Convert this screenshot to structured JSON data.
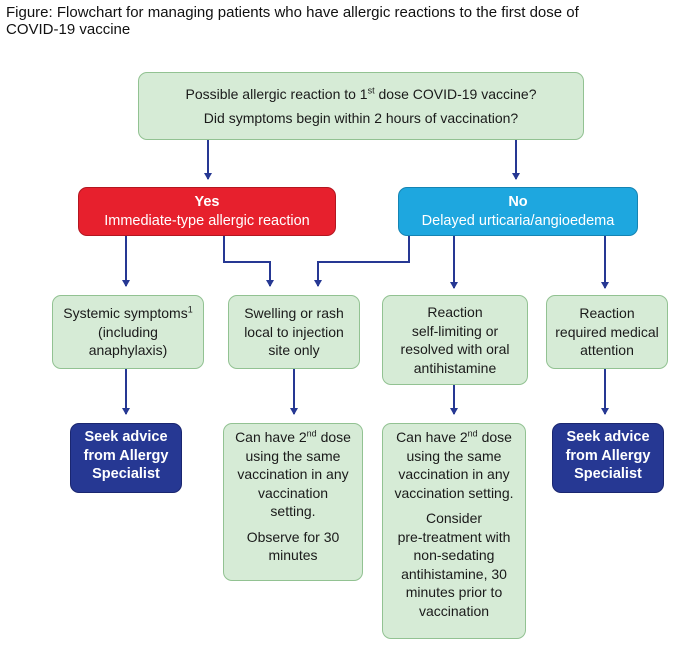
{
  "title": {
    "line1": "Figure: Flowchart for managing patients who have allergic reactions to the first dose of",
    "line2": "COVID-19 vaccine"
  },
  "question": {
    "line1_pre": "Possible allergic reaction to 1",
    "line1_sup": "st",
    "line1_post": " dose COVID-19 vaccine?",
    "line2": "Did symptoms begin within 2 hours of vaccination?"
  },
  "yes_branch": {
    "heading": "Yes",
    "subtitle": "Immediate-type allergic reaction"
  },
  "no_branch": {
    "heading": "No",
    "subtitle": "Delayed urticaria/angioedema"
  },
  "systemic": {
    "line1_pre": "Systemic symptoms",
    "line1_sup": "1",
    "line2": "(including",
    "line3": "anaphylaxis)"
  },
  "local": {
    "line1": "Swelling or rash",
    "line2": "local to injection",
    "line3": "site only"
  },
  "self_limiting": {
    "line1": "Reaction",
    "line2": "self-limiting or",
    "line3": "resolved with oral",
    "line4": "antihistamine"
  },
  "medical": {
    "line1": "Reaction",
    "line2": "required medical",
    "line3": "attention"
  },
  "advice_left": {
    "line1": "Seek advice",
    "line2": "from Allergy",
    "line3": "Specialist"
  },
  "advice_right": {
    "line1": "Seek advice",
    "line2": "from Allergy",
    "line3": "Specialist"
  },
  "outcome_local": {
    "line1_pre": "Can have 2",
    "line1_sup": "nd",
    "line1_post": " dose",
    "line2": "using the same",
    "line3": "vaccination in any",
    "line4": "vaccination",
    "line5": "setting.",
    "line6": "Observe for 30",
    "line7": "minutes"
  },
  "outcome_delayed": {
    "line1_pre": "Can have 2",
    "line1_sup": "nd",
    "line1_post": " dose",
    "line2": "using the same",
    "line3": "vaccination in any",
    "line4": "vaccination setting.",
    "line5": "Consider",
    "line6": "pre-treatment with",
    "line7": "non-sedating",
    "line8": "antihistamine, 30",
    "line9": "minutes prior to",
    "line10": "vaccination"
  },
  "colors": {
    "green_fill": "#d6ebd6",
    "green_border": "#92c292",
    "yes_red": "#e7202d",
    "no_cyan": "#1ea7df",
    "advice_navy": "#263893",
    "arrow_navy": "#263893"
  }
}
